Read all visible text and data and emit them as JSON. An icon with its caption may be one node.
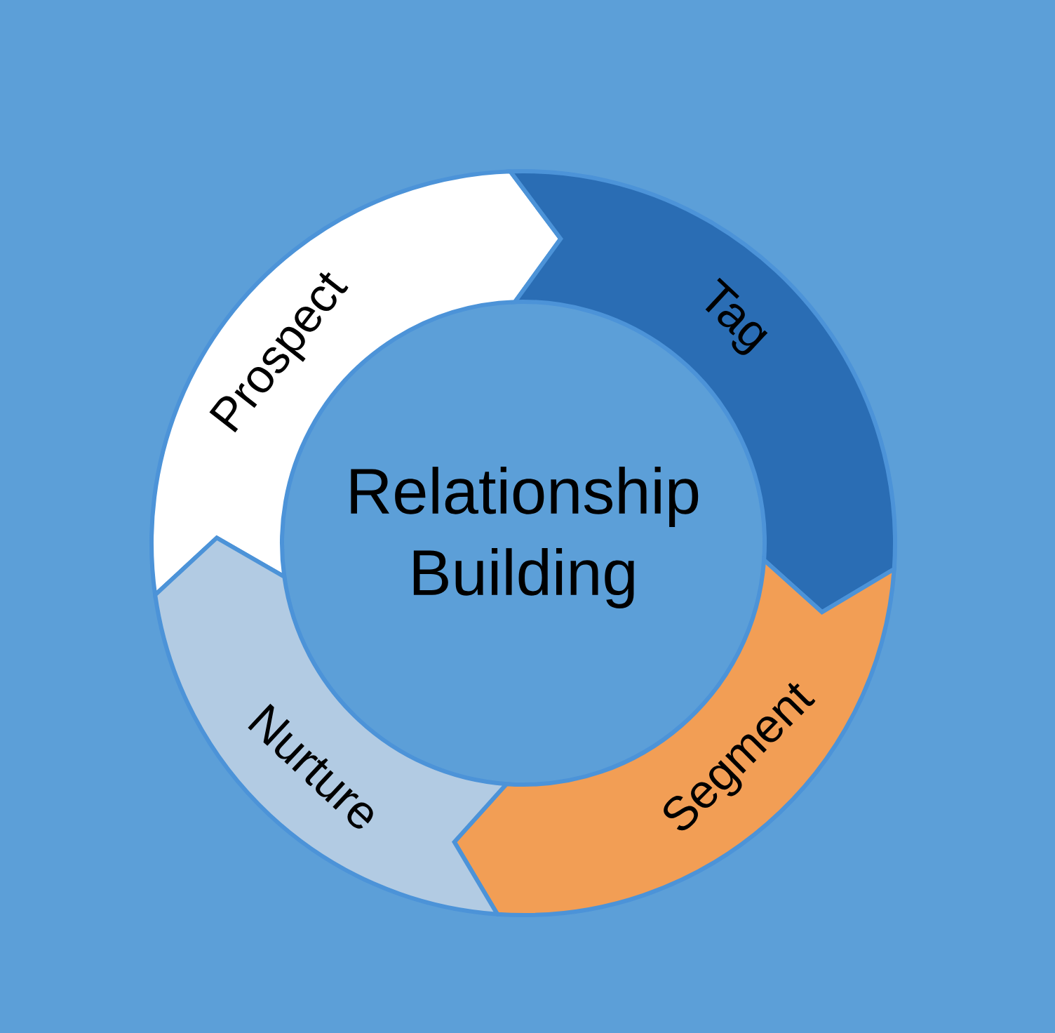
{
  "diagram": {
    "nodes": [
      {
        "text": [
          "Prospect"
        ]
      },
      {
        "text": [
          "Tag"
        ]
      },
      {
        "text": [
          "Segment"
        ]
      },
      {
        "text": [
          "Nurture"
        ]
      },
      {
        "text": [
          "Relationship Building"
        ]
      }
    ]
  }
}
